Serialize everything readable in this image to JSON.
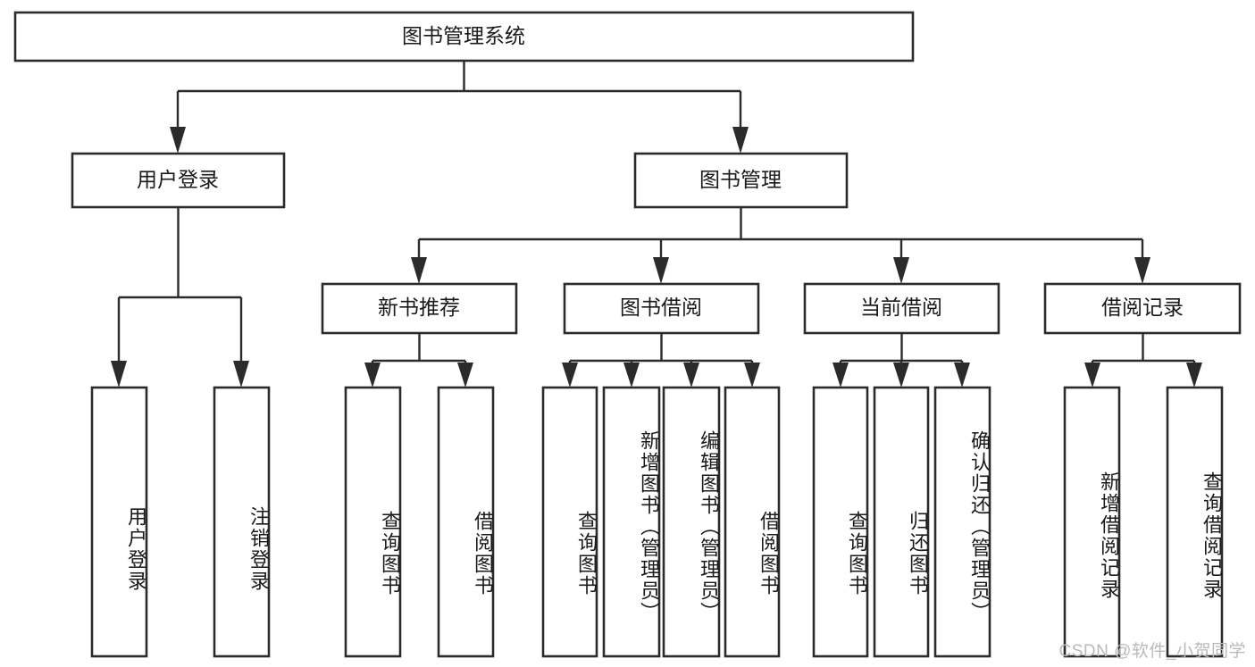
{
  "diagram": {
    "title": "图书管理系统",
    "type": "tree-hierarchy",
    "orientation": "top-down",
    "root": {
      "label": "图书管理系统"
    },
    "level2": [
      {
        "label": "用户登录"
      },
      {
        "label": "图书管理"
      }
    ],
    "level3": [
      {
        "label": "新书推荐"
      },
      {
        "label": "图书借阅"
      },
      {
        "label": "当前借阅"
      },
      {
        "label": "借阅记录"
      }
    ],
    "leaves": {
      "user_login": [
        {
          "label": "用户登录"
        },
        {
          "label": "注销登录"
        }
      ],
      "new_book_recommend": [
        {
          "label": "查询图书"
        },
        {
          "label": "借阅图书"
        }
      ],
      "book_borrow": [
        {
          "label": "查询图书"
        },
        {
          "label": "新增图书（管理员）"
        },
        {
          "label": "编辑图书（管理员）"
        },
        {
          "label": "借阅图书"
        }
      ],
      "current_borrow": [
        {
          "label": "查询图书"
        },
        {
          "label": "归还图书"
        },
        {
          "label": "确认归还（管理员）"
        }
      ],
      "borrow_record": [
        {
          "label": "新增借阅记录"
        },
        {
          "label": "查询借阅记录"
        }
      ]
    }
  },
  "watermark": {
    "text": "CSDN @软件_小贺同学"
  },
  "colors": {
    "stroke": "#2b2b2b",
    "box_fill": "#ffffff",
    "text": "#1a1a1a",
    "watermark": "#b9b9b9",
    "background": "#ffffff"
  }
}
